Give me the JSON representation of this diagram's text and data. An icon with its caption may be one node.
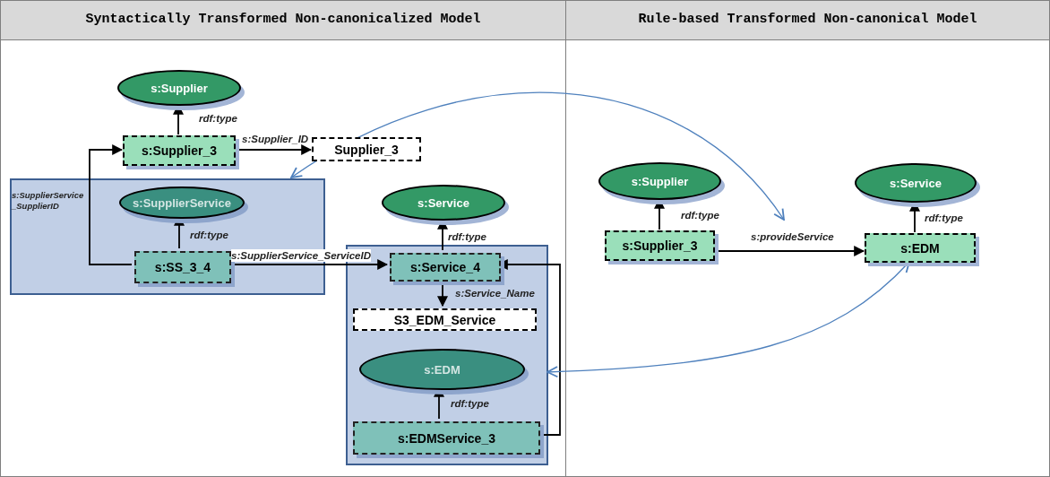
{
  "diagram": {
    "nodes": [
      {
        "text": [
          "Syntactically Transformed Non-canonicalized Model"
        ]
      },
      {
        "text": [
          "Rule-based Transformed Non-canonical Model"
        ]
      },
      {
        "text": [
          "s:Supplier"
        ],
        "in": 0
      },
      {
        "text": [
          "s:Supplier_3"
        ],
        "in": 0
      },
      {
        "text": [
          "Supplier_3"
        ],
        "in": 0
      },
      {
        "text": [],
        "shape": "box",
        "in": 0
      },
      {
        "text": [
          "s:SupplierService"
        ],
        "in": 5
      },
      {
        "text": [
          "s:SS_3_4"
        ],
        "in": 5
      },
      {
        "text": [
          "s:Service"
        ],
        "in": 0
      },
      {
        "text": [],
        "shape": "box",
        "in": 0
      },
      {
        "text": [
          "s:Service_4"
        ],
        "in": 9
      },
      {
        "text": [
          "S3_EDM_Service"
        ],
        "in": 9
      },
      {
        "text": [
          "s:EDM"
        ],
        "in": 9
      },
      {
        "text": [
          "s:EDMService_3"
        ],
        "in": 9
      },
      {
        "text": [
          "s:Supplier"
        ],
        "in": 1
      },
      {
        "text": [
          "s:Supplier_3"
        ],
        "in": 1
      },
      {
        "text": [
          "s:Service"
        ],
        "in": 1
      },
      {
        "text": [
          "s:EDM"
        ],
        "in": 1
      }
    ],
    "edges": [
      {
        "from": 3,
        "to": 2,
        "arrow": "to",
        "label": "rdf:type"
      },
      {
        "from": 3,
        "to": 4,
        "arrow": "to",
        "label": "s:Supplier_ID"
      },
      {
        "from": 7,
        "to": 6,
        "arrow": "to",
        "label": "rdf:type"
      },
      {
        "from": 7,
        "to": 3,
        "arrow": "to",
        "label": "s:SupplierService _SupplierID"
      },
      {
        "from": 7,
        "to": 10,
        "arrow": "to",
        "label": "s:SupplierService_ServiceID"
      },
      {
        "from": 10,
        "to": 8,
        "arrow": "to",
        "label": "rdf:type"
      },
      {
        "from": 10,
        "to": 11,
        "arrow": "to",
        "label": "s:Service_Name"
      },
      {
        "from": 13,
        "to": 12,
        "arrow": "to",
        "label": "rdf:type"
      },
      {
        "from": 13,
        "to": 10,
        "arrow": "to"
      },
      {
        "from": 15,
        "to": 14,
        "arrow": "to",
        "label": "rdf:type"
      },
      {
        "from": 15,
        "to": 17,
        "arrow": "to",
        "label": "s:provideService"
      },
      {
        "from": 17,
        "to": 16,
        "arrow": "to",
        "label": "rdf:type"
      },
      {
        "from": 5,
        "to": null,
        "arrow": "both",
        "color": "#4f81bd"
      },
      {
        "from": 9,
        "to": 17,
        "arrow": "both",
        "color": "#4f81bd"
      }
    ]
  }
}
